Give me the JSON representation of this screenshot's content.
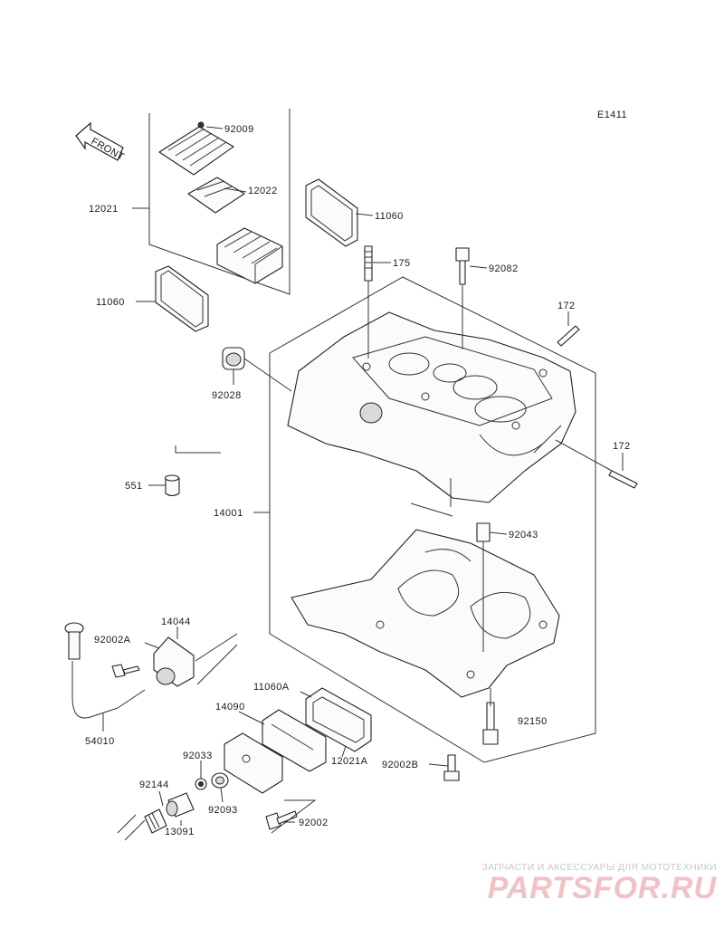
{
  "diagram_code": "E1411",
  "front_label": "FRONT",
  "parts": {
    "p92009": "92009",
    "p12022": "12022",
    "p12021": "12021",
    "p11060_top": "11060",
    "p175": "175",
    "p92082": "92082",
    "p11060_left": "11060",
    "p172_top": "172",
    "p92028": "92028",
    "p172_right": "172",
    "p551": "551",
    "p14001": "14001",
    "p92043": "92043",
    "p92002A": "92002A",
    "p14044": "14044",
    "p11060A": "11060A",
    "p14090": "14090",
    "p92150": "92150",
    "p54010": "54010",
    "p92033": "92033",
    "p12021A": "12021A",
    "p92002B": "92002B",
    "p92144": "92144",
    "p92093": "92093",
    "p13091": "13091",
    "p92002": "92002"
  },
  "watermark": {
    "tagline": "ЗАПЧАСТИ И АКСЕССУАРЫ ДЛЯ МОТОТЕХНИКИ",
    "logo": "PARTSFOR.RU"
  },
  "colors": {
    "line": "#222222",
    "watermark_logo": "#f2c1c6",
    "watermark_text": "#c9c9c9"
  }
}
